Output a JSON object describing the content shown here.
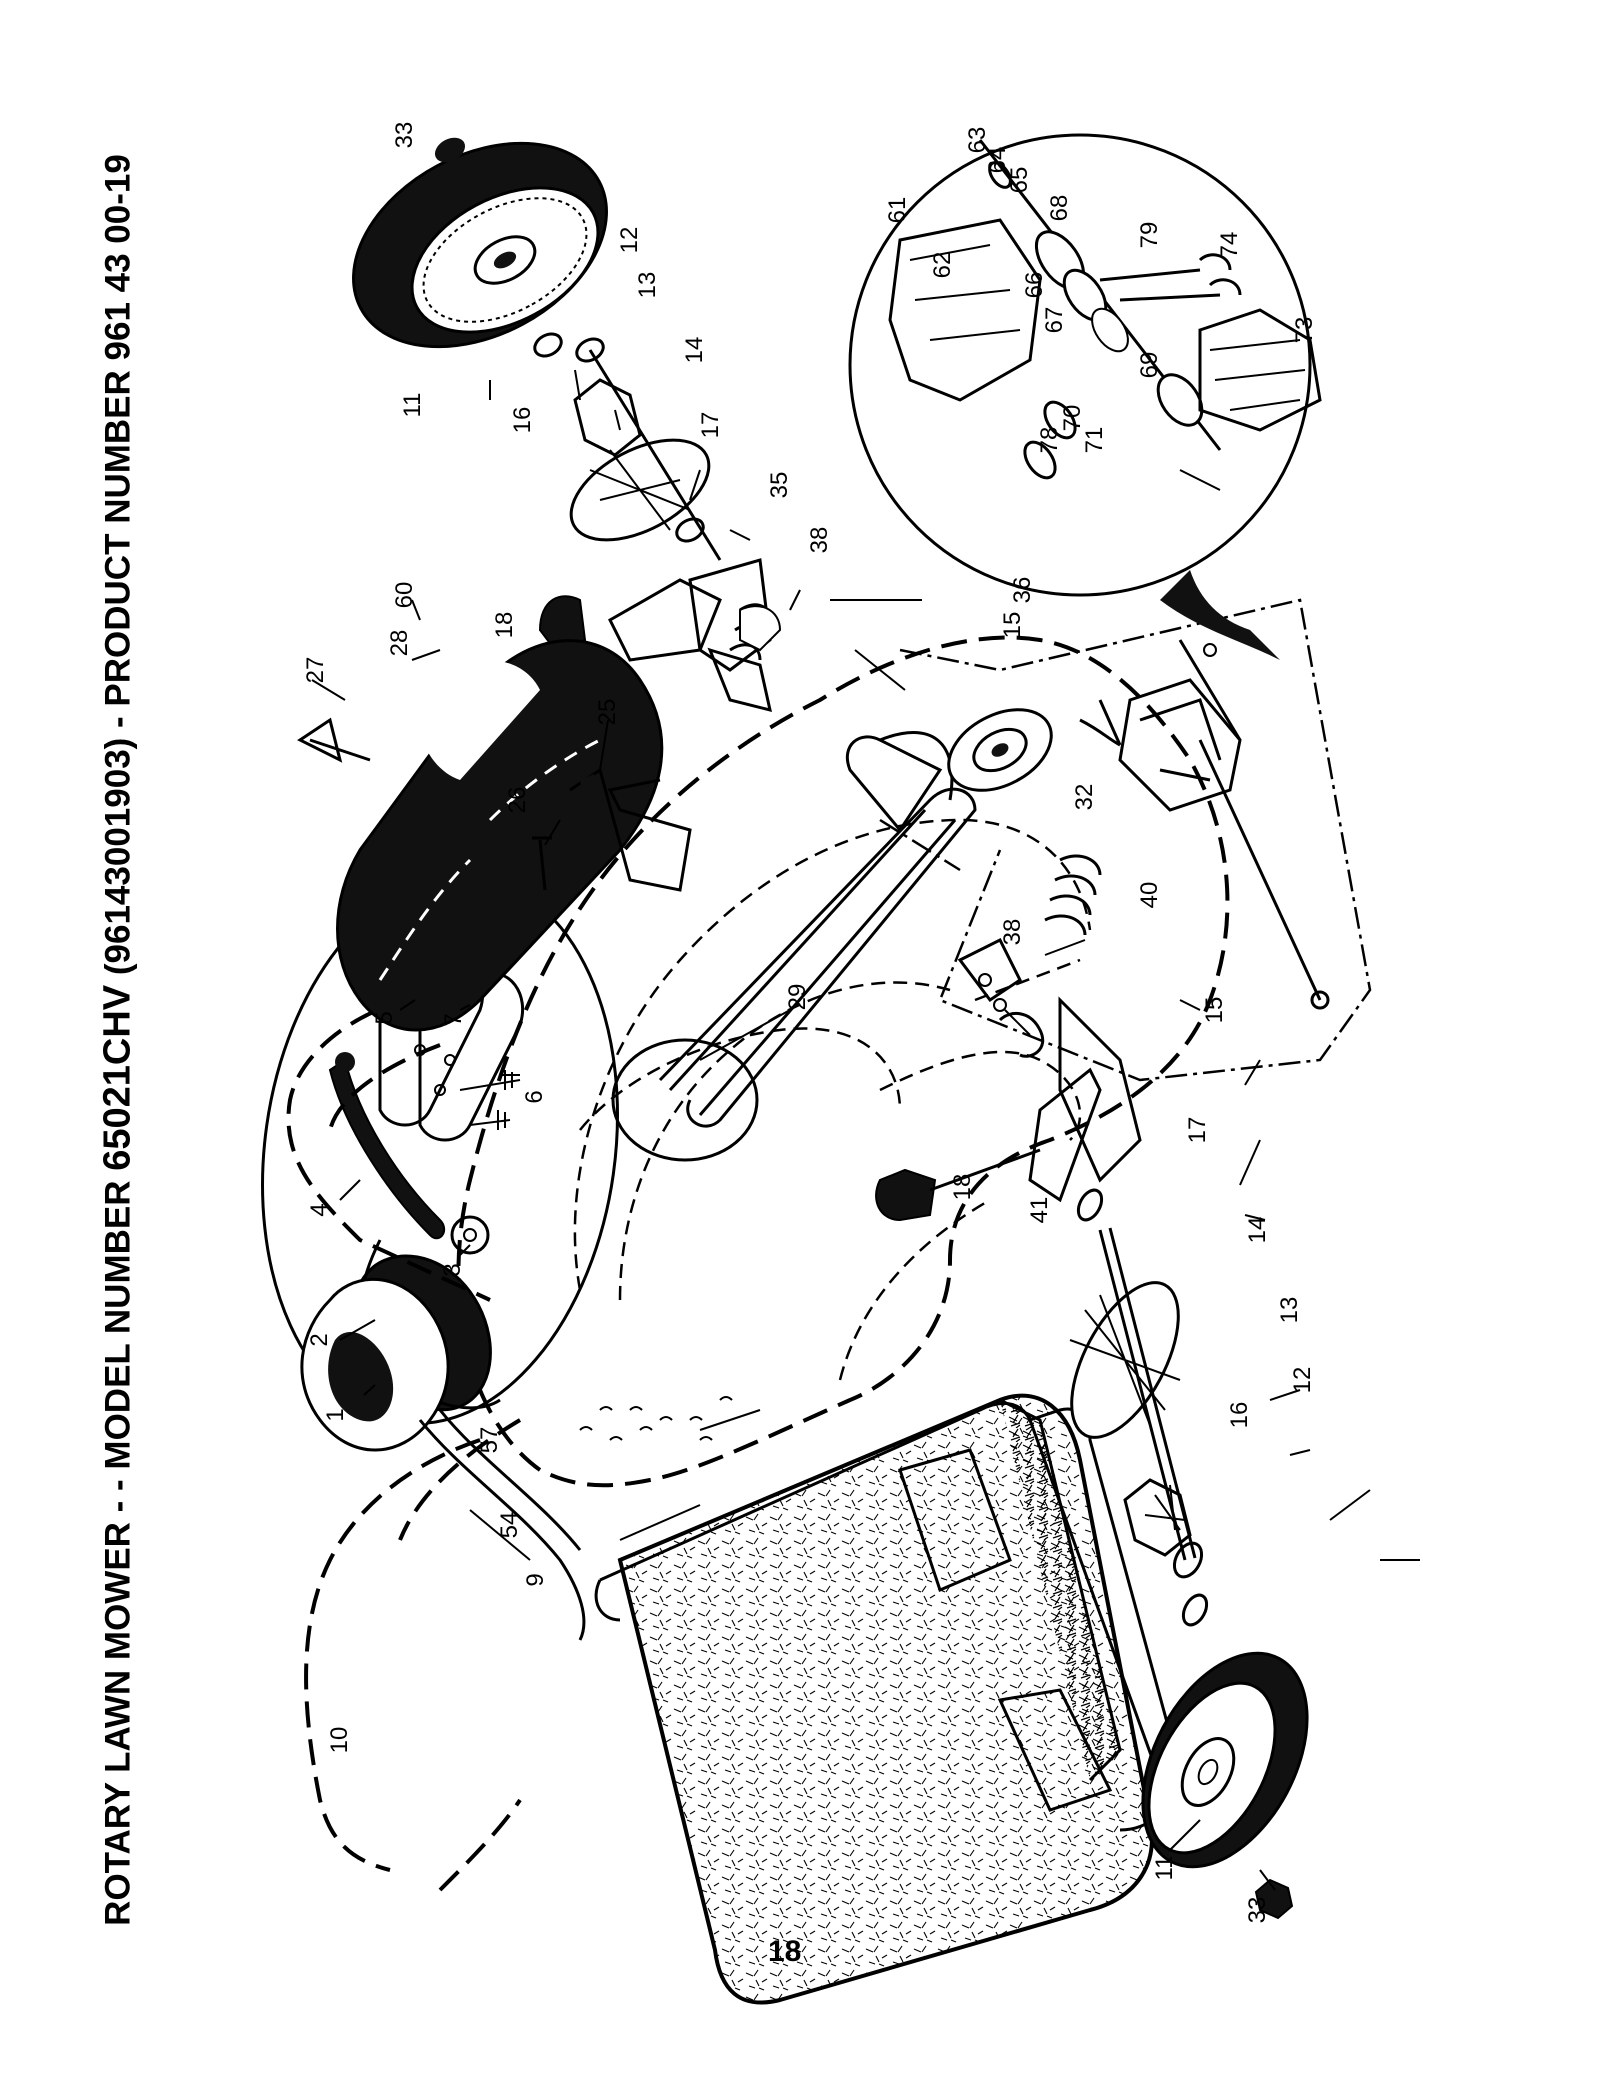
{
  "header": {
    "title_prefix": "ROTARY LAWN MOWER - - MODEL NUMBER",
    "model": "65021CHV",
    "title_suffix": "(96143001903) - PRODUCT NUMBER 961 43 00-19"
  },
  "page_number": "18",
  "callouts": [
    {
      "id": "c1",
      "text": "1"
    },
    {
      "id": "c2",
      "text": "2"
    },
    {
      "id": "c3",
      "text": "3"
    },
    {
      "id": "c4",
      "text": "4"
    },
    {
      "id": "c5",
      "text": "5"
    },
    {
      "id": "c6",
      "text": "6"
    },
    {
      "id": "c7",
      "text": "7"
    },
    {
      "id": "c9",
      "text": "9"
    },
    {
      "id": "c10",
      "text": "10"
    },
    {
      "id": "c11a",
      "text": "11"
    },
    {
      "id": "c11b",
      "text": "11"
    },
    {
      "id": "c12a",
      "text": "12"
    },
    {
      "id": "c12b",
      "text": "12"
    },
    {
      "id": "c13a",
      "text": "13"
    },
    {
      "id": "c13b",
      "text": "13"
    },
    {
      "id": "c14a",
      "text": "14"
    },
    {
      "id": "c14b",
      "text": "14"
    },
    {
      "id": "c15a",
      "text": "15"
    },
    {
      "id": "c15b",
      "text": "15"
    },
    {
      "id": "c16a",
      "text": "16"
    },
    {
      "id": "c16b",
      "text": "16"
    },
    {
      "id": "c17a",
      "text": "17"
    },
    {
      "id": "c17b",
      "text": "17"
    },
    {
      "id": "c18a",
      "text": "18"
    },
    {
      "id": "c18b",
      "text": "18"
    },
    {
      "id": "c25",
      "text": "25"
    },
    {
      "id": "c26",
      "text": "26"
    },
    {
      "id": "c27",
      "text": "27"
    },
    {
      "id": "c28",
      "text": "28"
    },
    {
      "id": "c29",
      "text": "29"
    },
    {
      "id": "c32",
      "text": "32"
    },
    {
      "id": "c33a",
      "text": "33"
    },
    {
      "id": "c33b",
      "text": "33"
    },
    {
      "id": "c35",
      "text": "35"
    },
    {
      "id": "c36",
      "text": "36"
    },
    {
      "id": "c38a",
      "text": "38"
    },
    {
      "id": "c38b",
      "text": "38"
    },
    {
      "id": "c40",
      "text": "40"
    },
    {
      "id": "c41",
      "text": "41"
    },
    {
      "id": "c54",
      "text": "54"
    },
    {
      "id": "c57",
      "text": "57"
    },
    {
      "id": "c60",
      "text": "60"
    },
    {
      "id": "c61",
      "text": "61"
    },
    {
      "id": "c62",
      "text": "62"
    },
    {
      "id": "c63",
      "text": "63"
    },
    {
      "id": "c64",
      "text": "64"
    },
    {
      "id": "c65",
      "text": "65"
    },
    {
      "id": "c66",
      "text": "66"
    },
    {
      "id": "c67",
      "text": "67"
    },
    {
      "id": "c68",
      "text": "68"
    },
    {
      "id": "c69",
      "text": "69"
    },
    {
      "id": "c70",
      "text": "70"
    },
    {
      "id": "c71",
      "text": "71"
    },
    {
      "id": "c73",
      "text": "73"
    },
    {
      "id": "c74",
      "text": "74"
    },
    {
      "id": "c78",
      "text": "78"
    },
    {
      "id": "c79",
      "text": "79"
    }
  ]
}
